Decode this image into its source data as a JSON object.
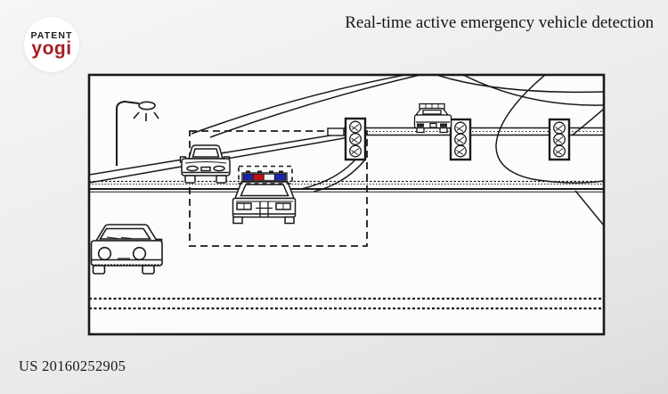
{
  "header": {
    "title": "Real-time active emergency vehicle detection"
  },
  "logo": {
    "line1": "PATENT",
    "line2": "yogi",
    "line2_color": "#a41e22",
    "background": "#ffffff"
  },
  "footer": {
    "patent_number": "US 20160252905"
  },
  "figure": {
    "type": "patent-line-drawing",
    "caption": "Highway scene showing real-time detection of an active emergency vehicle light bar",
    "ink_color": "#1a1a1a",
    "paper_color": "#fcfcfc",
    "lightbar_colors": [
      "#1d24b0",
      "#c2110f",
      "#f5f5f5",
      "#1d24b0"
    ],
    "objects": [
      "drawing-frame",
      "street-lamp",
      "highway-perspective-lines",
      "overpass-beam",
      "traffic-light-1",
      "traffic-light-2",
      "traffic-light-3",
      "distant-police-car",
      "sedan-upper",
      "police-car-with-lightbar",
      "sedan-foreground",
      "detection-bounding-box",
      "lightbar-bounding-box",
      "lane-markings"
    ]
  }
}
